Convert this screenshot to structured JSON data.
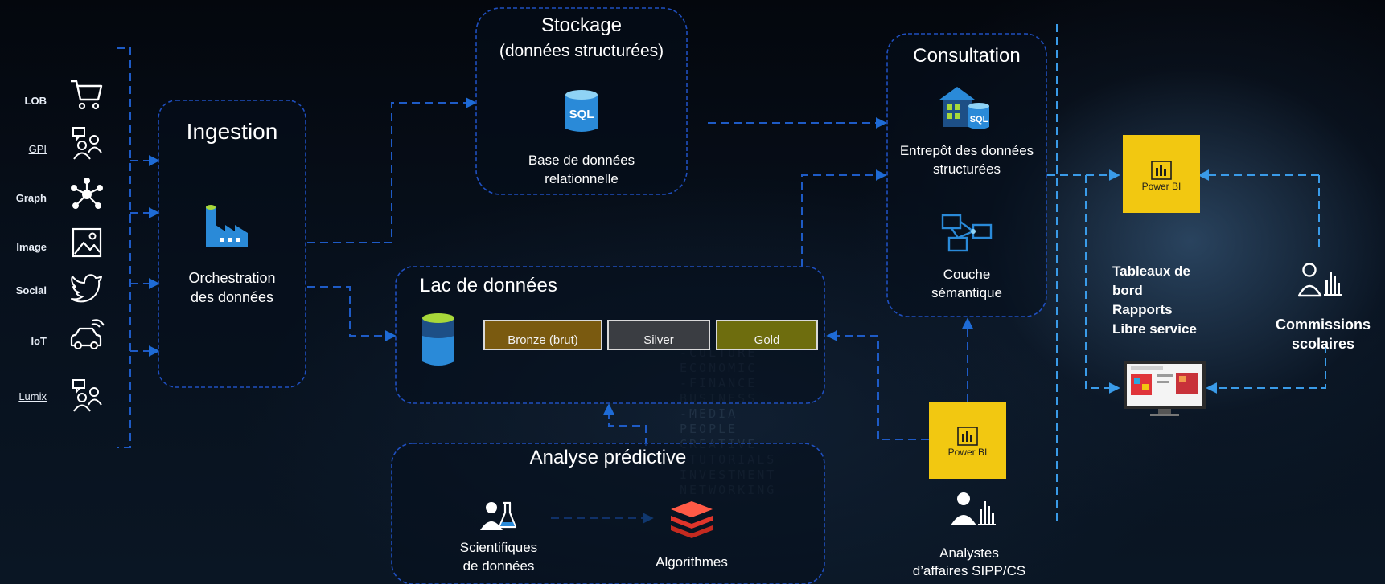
{
  "sources": [
    {
      "label": "LOB",
      "icon": "cart-icon"
    },
    {
      "label": "GPI",
      "icon": "people-chat-icon"
    },
    {
      "label": "Graph",
      "icon": "graph-network-icon"
    },
    {
      "label": "Image",
      "icon": "image-icon"
    },
    {
      "label": "Social",
      "icon": "twitter-bird-icon"
    },
    {
      "label": "IoT",
      "icon": "connected-car-icon"
    },
    {
      "label": "Lumix",
      "icon": "people-chat-icon"
    }
  ],
  "ingestion": {
    "title": "Ingestion",
    "line1": "Orchestration",
    "line2": "des données"
  },
  "storage": {
    "title": "Stockage",
    "subtitle": "(données structurées)",
    "sql_label": "SQL",
    "line1": "Base de données",
    "line2": "relationnelle"
  },
  "lake": {
    "title": "Lac de données",
    "tiers": [
      "Bronze (brut)",
      "Silver",
      "Gold"
    ]
  },
  "predictive": {
    "title": "Analyse prédictive",
    "scientists1": "Scientifiques",
    "scientists2": "de données",
    "algorithms": "Algorithmes"
  },
  "consultation": {
    "title": "Consultation",
    "sql_label": "SQL",
    "warehouse1": "Entrepôt des données",
    "warehouse2": "structurées",
    "semantic1": "Couche",
    "semantic2": "sémantique"
  },
  "powerbi": {
    "label": "Power BI"
  },
  "analysts": {
    "line1": "Analystes",
    "line2": "d’affaires SIPP/CS"
  },
  "reports": {
    "lines": [
      "Tableaux de",
      "bord",
      "Rapports",
      "Libre service"
    ]
  },
  "commissions": {
    "line1": "Commissions",
    "line2": "scolaires"
  },
  "colors": {
    "dash": "#1e5bc6",
    "box_border": "#1f4fbf",
    "powerbi": "#f2c811",
    "bronze": "#7a5a10",
    "silver": "#3a3d42",
    "gold": "#6e6d0e",
    "lake_blue": "#2a8ad8",
    "algo_red": "#e0352b"
  }
}
